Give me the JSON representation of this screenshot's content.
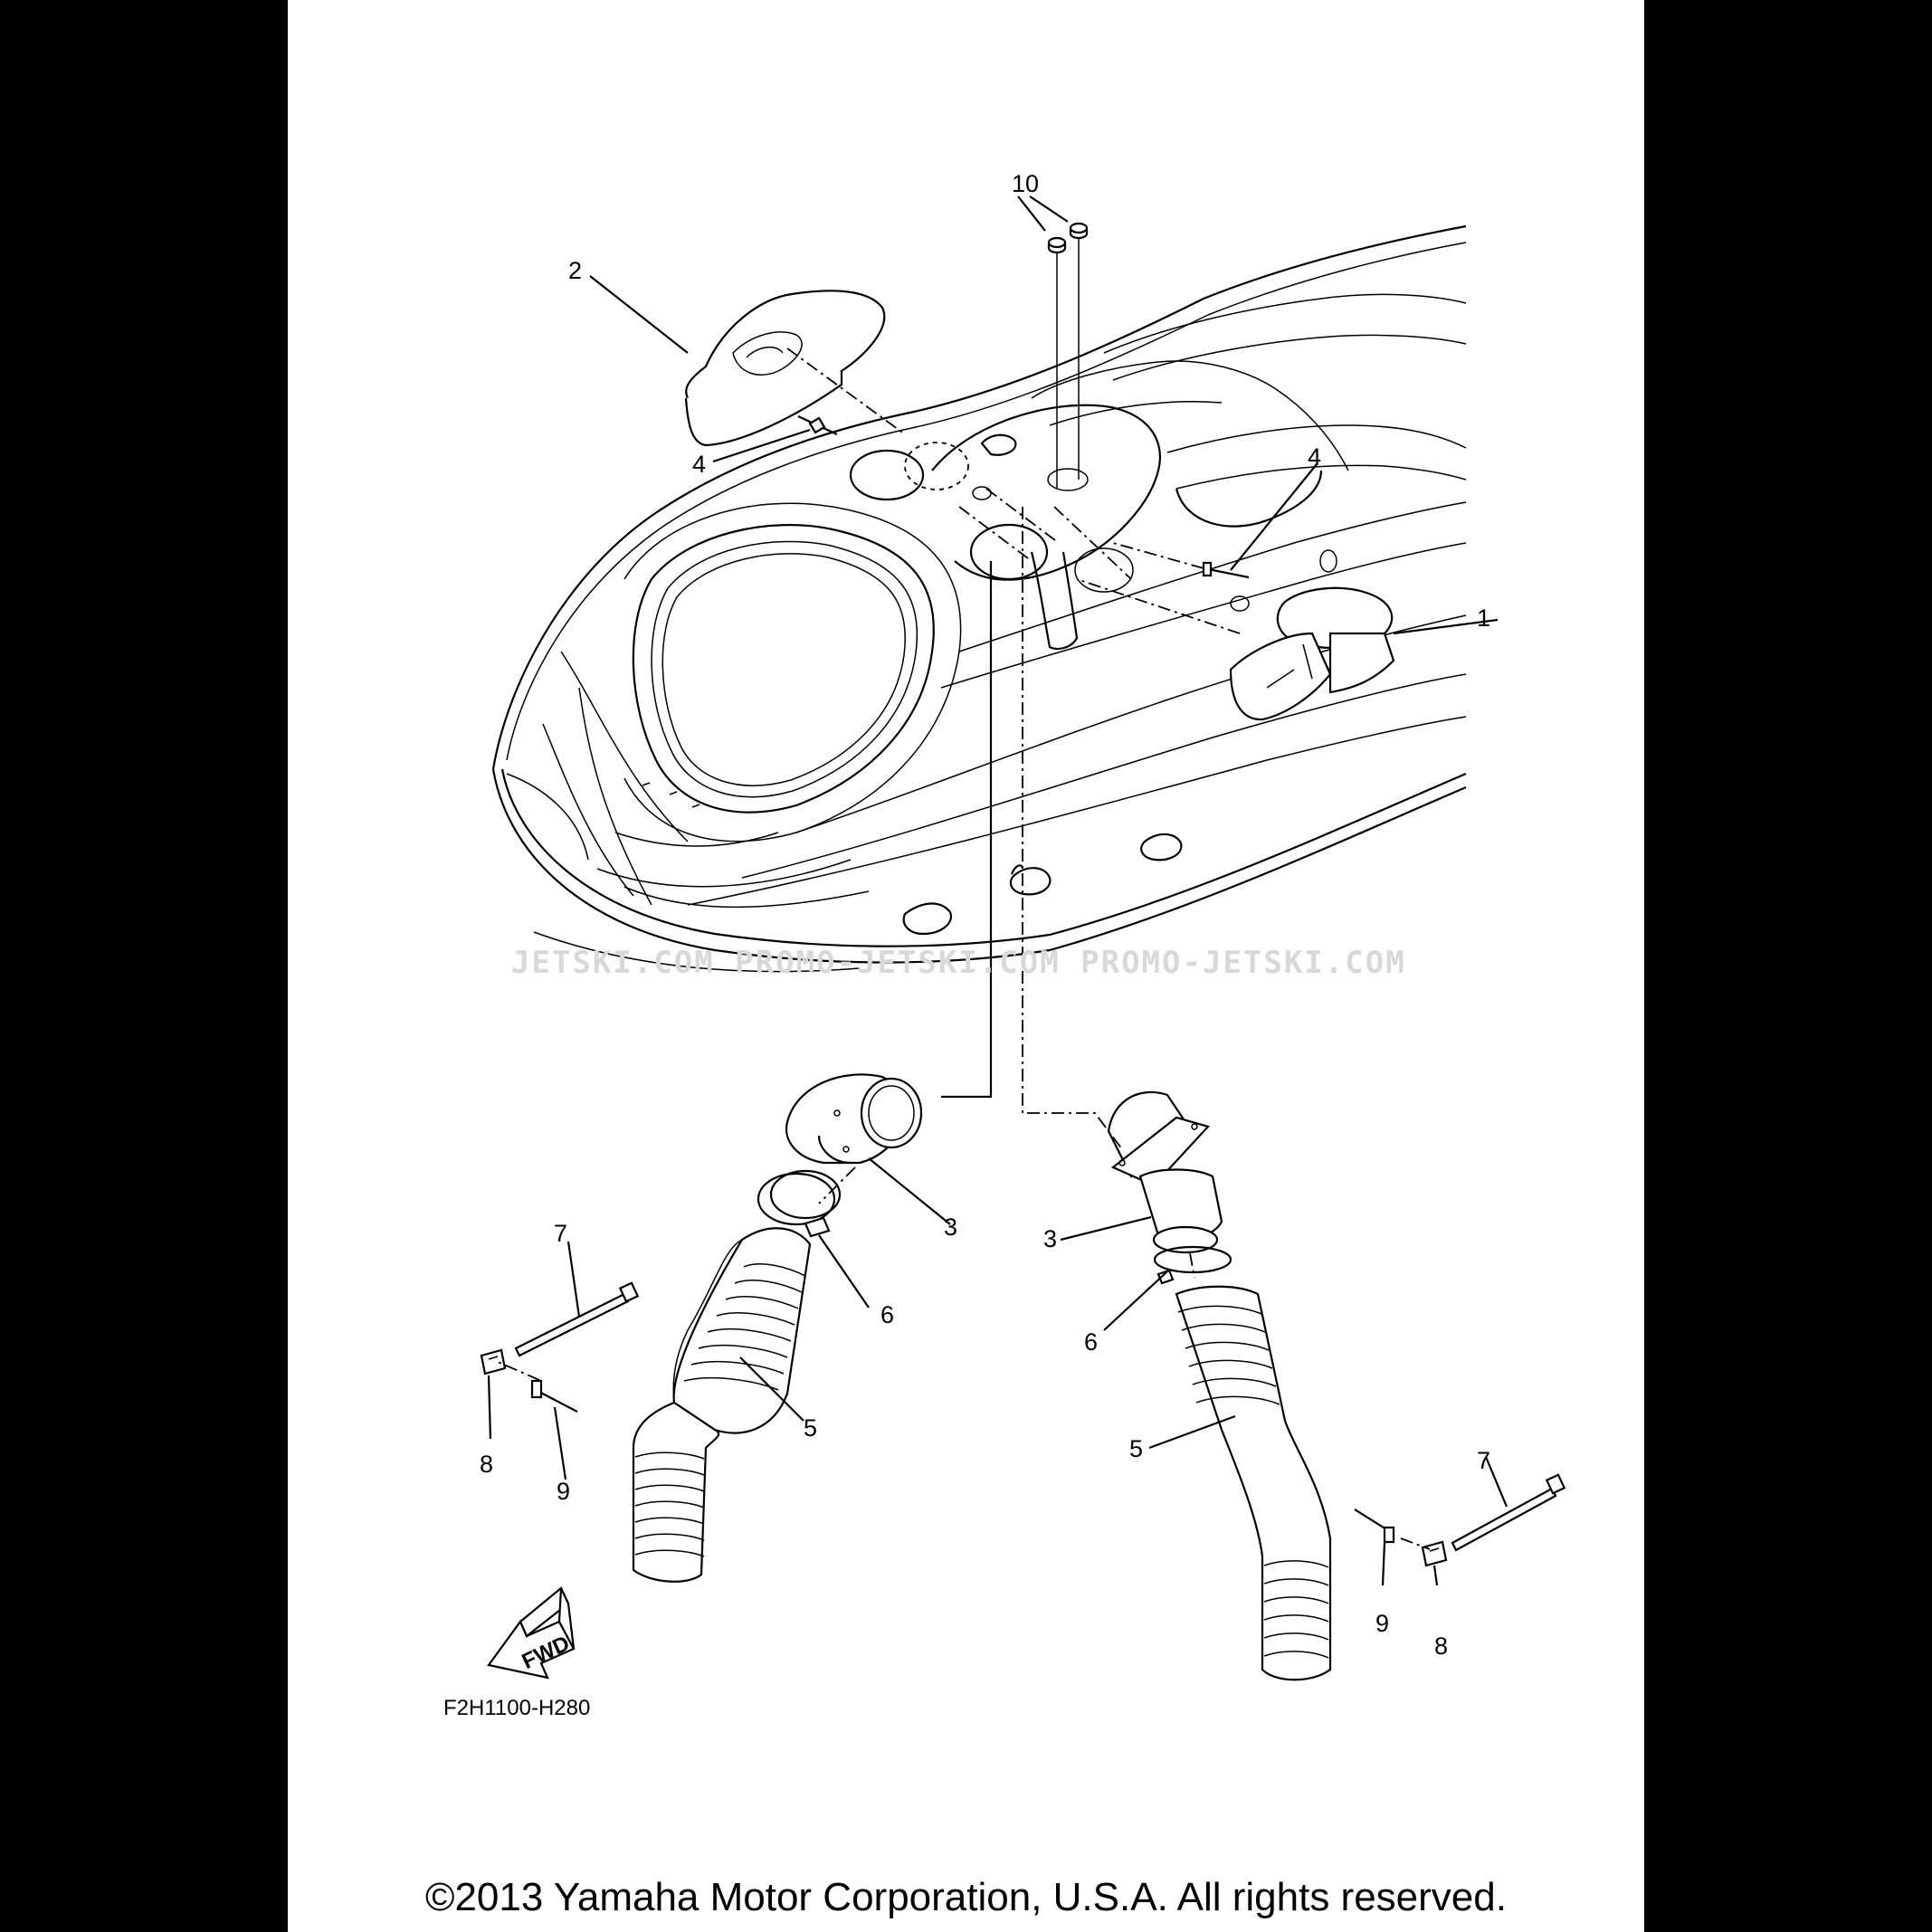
{
  "callouts": {
    "c1": "1",
    "c2": "2",
    "c3": "3",
    "c4": "4",
    "c5": "5",
    "c6": "6",
    "c7": "7",
    "c8": "8",
    "c9": "9",
    "c10": "10"
  },
  "fwd_label": "FWD",
  "figure_code": "F2H1100-H280",
  "watermark": "JETSKI.COM  PROMO-JETSKI.COM  PROMO-JETSKI.COM",
  "copyright": "©2013 Yamaha Motor Corporation, U.S.A. All rights reserved."
}
